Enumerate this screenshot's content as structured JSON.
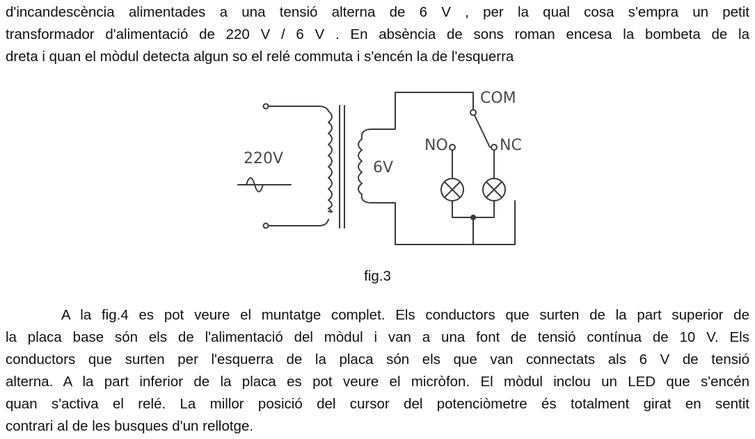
{
  "paragraph_1": {
    "lines": [
      "d'incandescència alimentades a una tensió alterna de 6 V , per la qual cosa s'empra un petit",
      "transformador d'alimentació de  220 V / 6 V . En absència de sons roman encesa la bombeta de la",
      "dreta i quan el mòdul detecta algun so el relé commuta i s'encén la de l'esquerra"
    ]
  },
  "figure": {
    "labels": {
      "primary_voltage": "220V",
      "secondary_voltage": "6V",
      "relay_common": "COM",
      "relay_normally_open": "NO",
      "relay_normally_closed": "NC"
    },
    "caption": "fig.3"
  },
  "paragraph_2": {
    "lines": [
      "A la fig.4 es pot veure el muntatge complet. Els conductors que surten de la part superior de",
      "la placa base són els de l'alimentació del mòdul i van a una font de tensió contínua de 10 V. Els",
      "conductors que surten per l'esquerra de la placa són els que van connectats als  6 V  de tensió",
      "alterna. A la part inferior de la placa es pot veure el micròfon. El mòdul inclou un LED que s'encén",
      "quan s'activa el relé. La millor posició del cursor del potenciòmetre és totalment girat en sentit",
      "contrari al de les busques d'un rellotge."
    ]
  }
}
